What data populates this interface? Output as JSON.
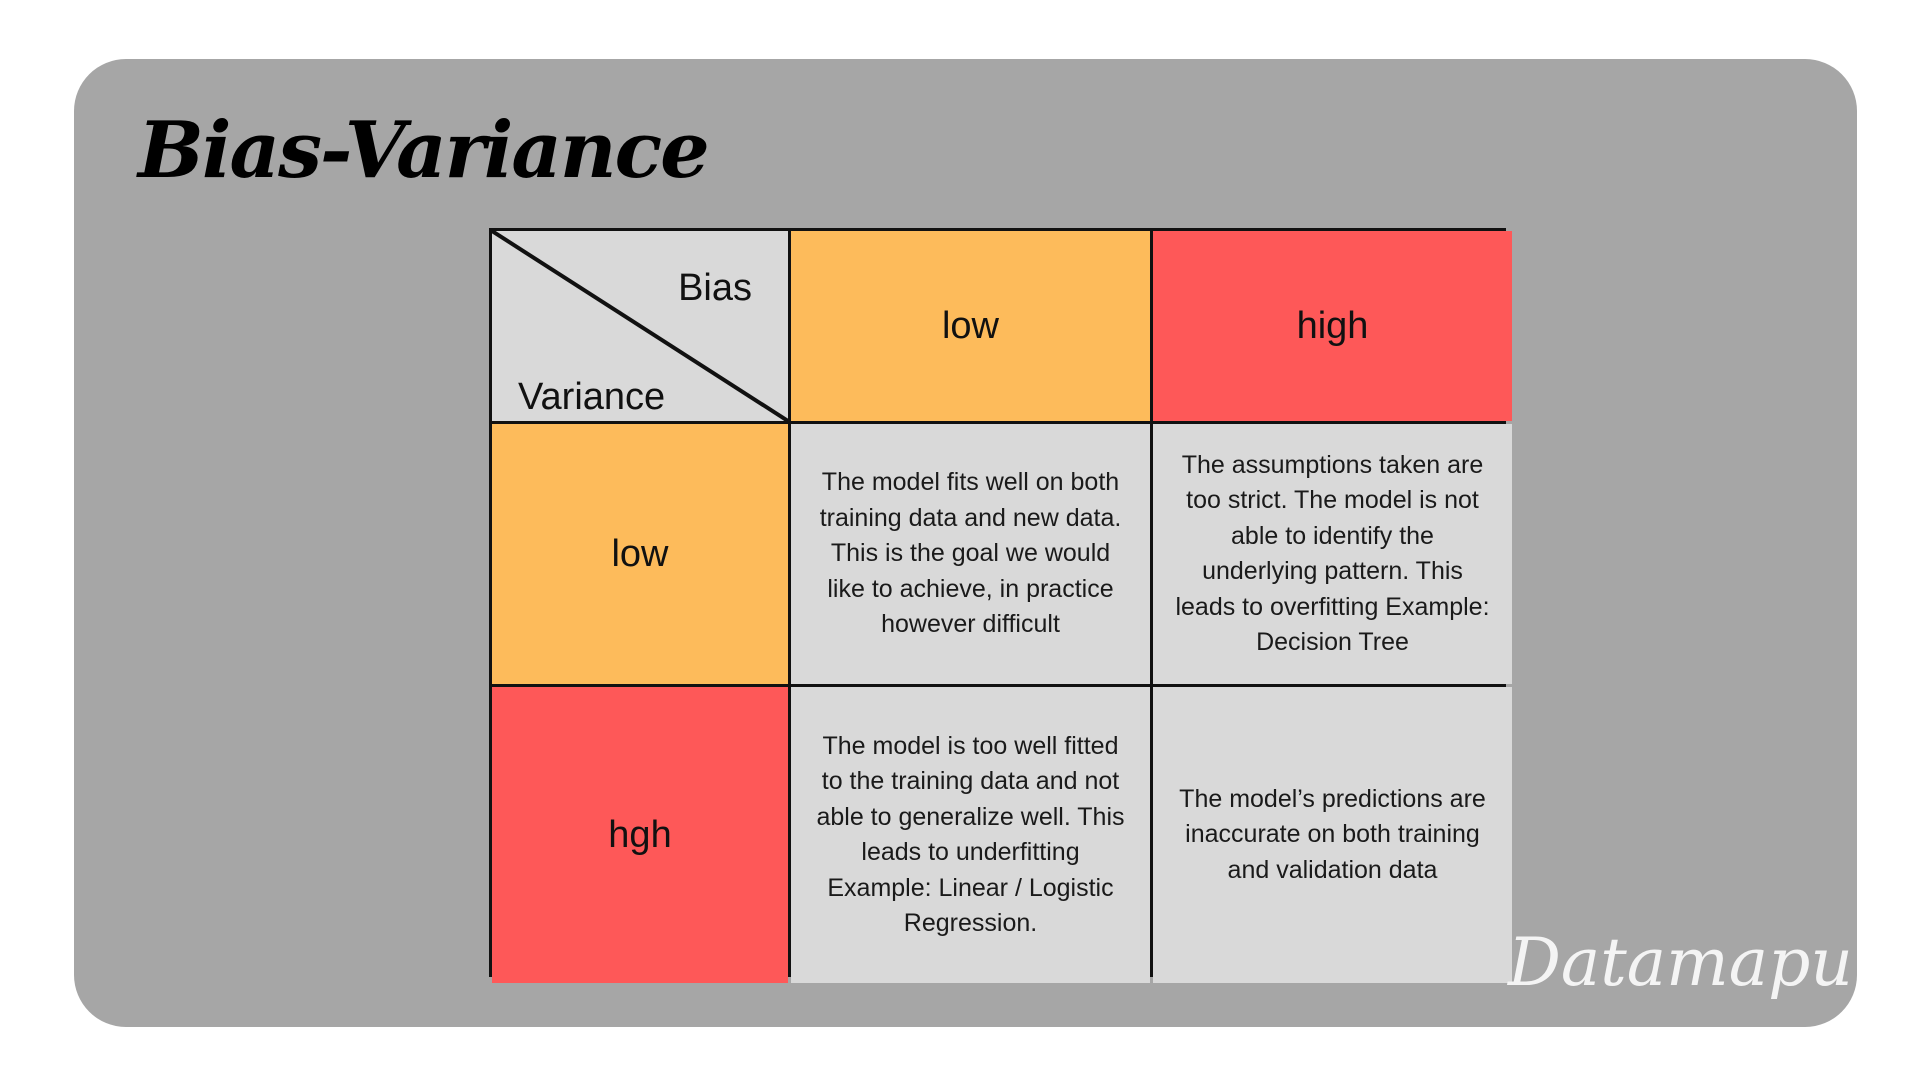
{
  "title": "Bias-Variance",
  "watermark": "Datamapu",
  "table": {
    "corner": {
      "bias_label": "Bias",
      "variance_label": "Variance"
    },
    "columns": [
      {
        "label": "low",
        "color": "#fdbb5b"
      },
      {
        "label": "high",
        "color": "#fe5858"
      }
    ],
    "rows": [
      {
        "label": "low",
        "color": "#fdbb5b",
        "cells": [
          "The model fits well on both training data and new data. This is the goal we would like to achieve, in practice however difficult",
          "The assumptions taken are too strict. The model is not able to identify the underlying pattern. This leads to overfitting Example: Decision Tree"
        ]
      },
      {
        "label": "hgh",
        "color": "#fe5858",
        "cells": [
          "The model is too well fitted to the training data and not able to generalize well. This leads to underfitting Example: Linear / Logistic Regression.",
          "The model’s predictions are inaccurate on both training and validation data"
        ]
      }
    ]
  },
  "colors": {
    "background_card": "#a6a6a6",
    "cell_grey": "#d9d9d9",
    "low": "#fdbb5b",
    "high": "#fe5858"
  }
}
